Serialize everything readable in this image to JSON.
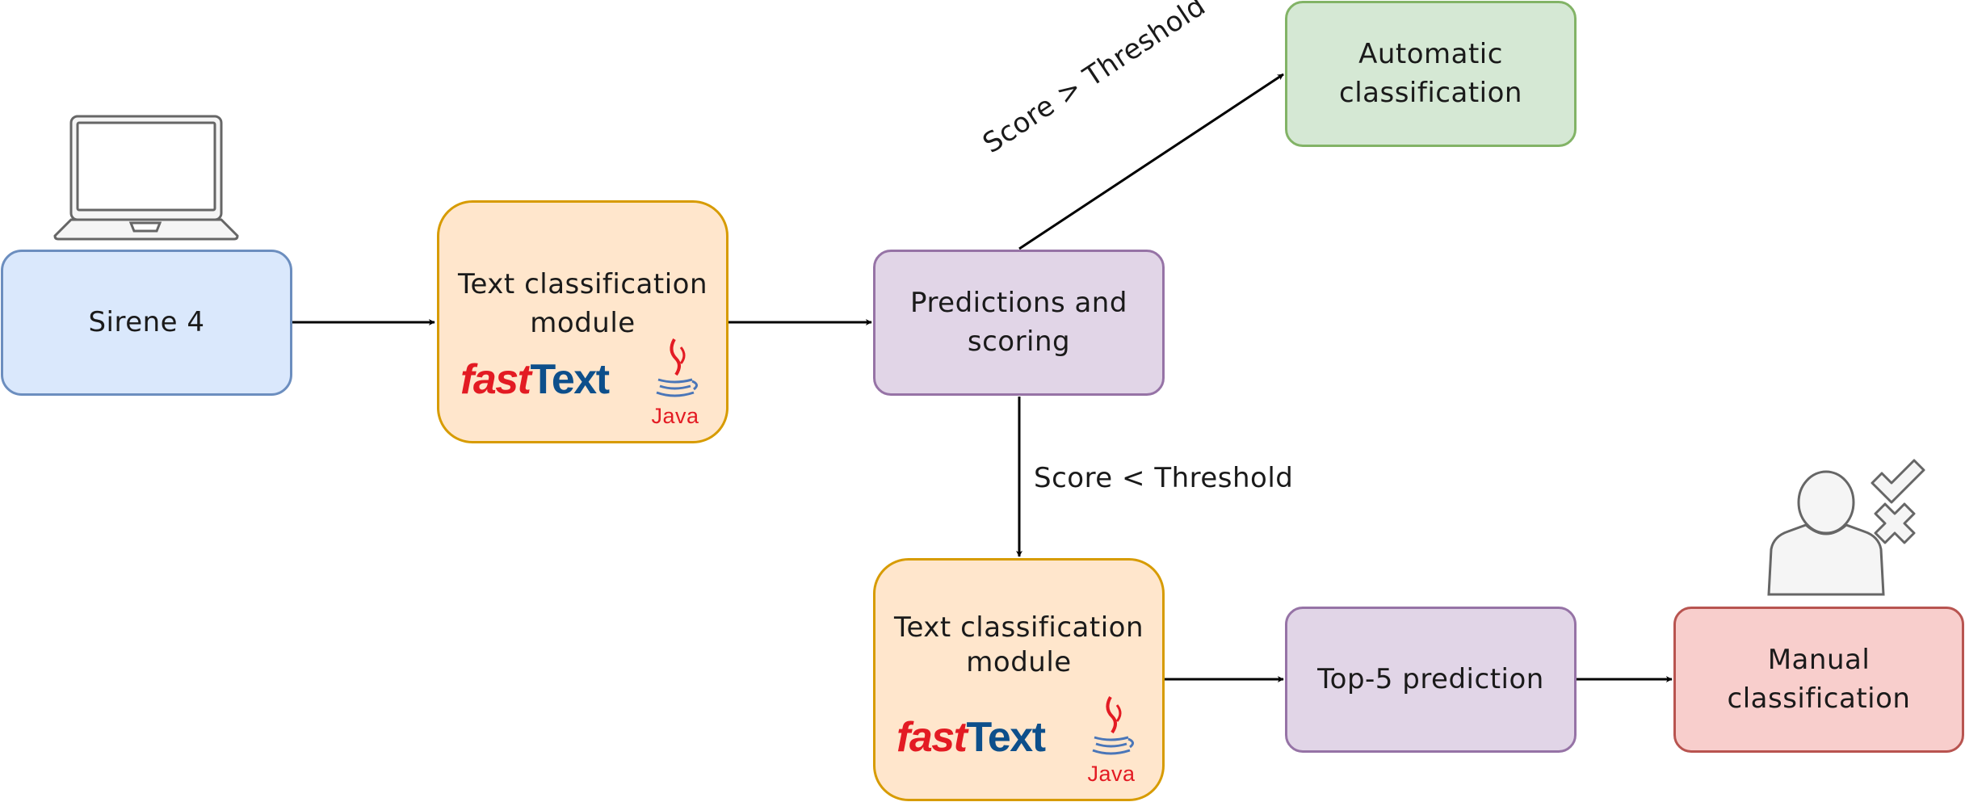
{
  "nodes": {
    "source": "Sirene 4",
    "module1": {
      "title": "Text classification module",
      "logo_fast": "fast",
      "logo_text": "Text",
      "logo_java": "Java"
    },
    "predictions": "Predictions and scoring",
    "auto": "Automatic classification",
    "module2": {
      "title": "Text classification module",
      "logo_fast": "fast",
      "logo_text": "Text",
      "logo_java": "Java"
    },
    "top5": "Top-5 prediction",
    "manual": "Manual classification"
  },
  "edges": {
    "above_threshold": "Score > Threshold",
    "below_threshold": "Score < Threshold"
  },
  "icons": [
    "laptop-icon",
    "person-icon",
    "check-icon",
    "cross-icon",
    "fasttext-logo",
    "java-logo"
  ],
  "colors": {
    "blue_fill": "#dae8fc",
    "blue_stroke": "#6c8ebf",
    "orange_fill": "#ffe6cc",
    "orange_stroke": "#d79b00",
    "purple_fill": "#e1d5e7",
    "purple_stroke": "#9673a6",
    "green_fill": "#d5e8d4",
    "green_stroke": "#82b366",
    "red_fill": "#f8cecc",
    "red_stroke": "#b85450"
  }
}
